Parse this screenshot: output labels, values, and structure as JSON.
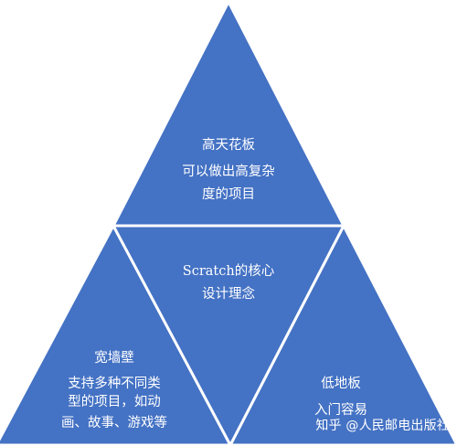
{
  "diagram": {
    "top": {
      "title": "高天花板",
      "line1": "可以做出高复杂",
      "line2": "度的项目"
    },
    "center": {
      "line1": "Scratch的核心",
      "line2": "设计理念"
    },
    "left": {
      "title": "宽墙壁",
      "line1": "支持多种不同类",
      "line2": "型的项目，如动",
      "line3": "画、故事、游戏等"
    },
    "right": {
      "title": "低地板",
      "line1": "入门容易"
    },
    "colors": {
      "fill": "#4472c4",
      "stroke": "#ffffff",
      "text": "#ffffff"
    }
  },
  "watermark": {
    "text": "知乎 @人民邮电出版社"
  }
}
